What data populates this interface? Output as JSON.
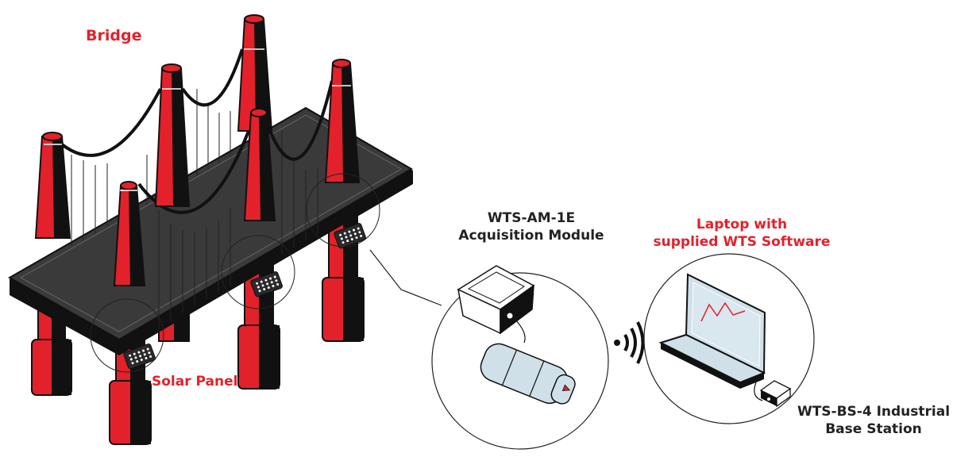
{
  "diagram": {
    "title": "Wireless bridge monitoring system",
    "colors": {
      "accent_red": "#e3212b",
      "structure_black": "#111111",
      "deck_gray": "#3a3a3a",
      "device_light_blue": "#cfe0e8",
      "text_dark": "#222222",
      "outline": "#111111"
    },
    "labels": {
      "bridge": "Bridge",
      "solar_panel": "Solar Panel",
      "acquisition_module_line1": "WTS-AM-1E",
      "acquisition_module_line2": "Acquisition Module",
      "laptop_line1": "Laptop with",
      "laptop_line2": "supplied WTS Software",
      "base_station_line1": "WTS-BS-4 Industrial",
      "base_station_line2": "Base Station"
    },
    "components": [
      {
        "id": "bridge",
        "icon": "suspension-bridge-icon"
      },
      {
        "id": "solar-panel",
        "icon": "solar-panel-icon",
        "count": 3
      },
      {
        "id": "acquisition-module",
        "icon": "acquisition-module-icon"
      },
      {
        "id": "sensor",
        "icon": "cylindrical-sensor-icon"
      },
      {
        "id": "wireless-signal",
        "icon": "wireless-signal-icon"
      },
      {
        "id": "laptop",
        "icon": "laptop-icon"
      },
      {
        "id": "base-station",
        "icon": "base-station-icon"
      }
    ]
  }
}
